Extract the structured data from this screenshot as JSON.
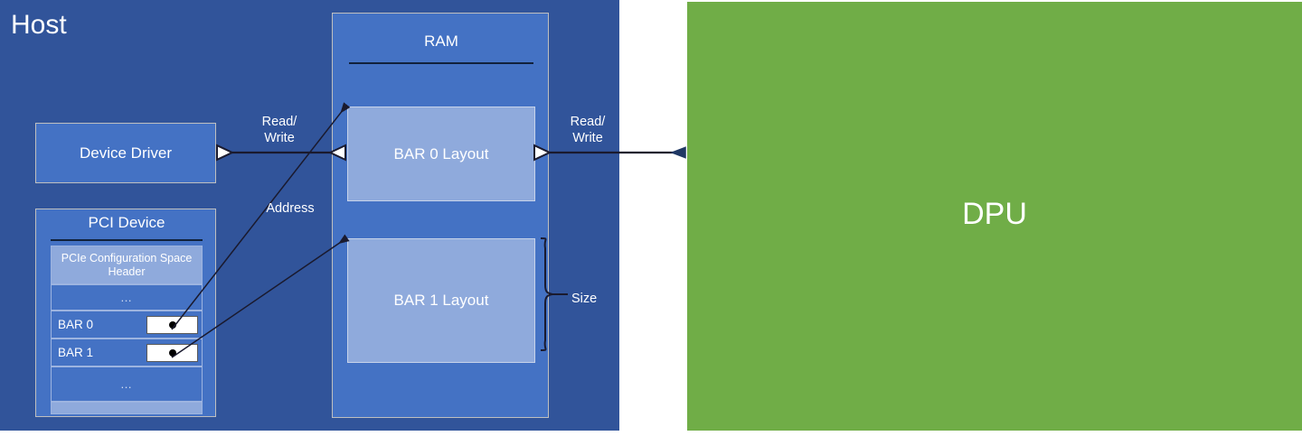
{
  "diagram": {
    "title_host": "Host",
    "title_dpu": "DPU",
    "colors": {
      "host_bg": "#31549A",
      "dpu_bg": "#70AD47",
      "box_blue": "#4472C4",
      "block_light_blue": "#8FAADC",
      "border_gray": "#BFBFBF",
      "rule_dark": "#11213B",
      "arrow": "#1A1A2E",
      "text_white": "#FFFFFF"
    }
  },
  "host": {
    "label": "Host",
    "device_driver": {
      "label": "Device Driver"
    },
    "pci_device": {
      "title": "PCI Device",
      "rows": [
        {
          "label": "PCIe Configuration\nSpace Header",
          "style": "light",
          "align": "center",
          "pointer": false
        },
        {
          "label": "…",
          "style": "mid",
          "align": "center",
          "pointer": false
        },
        {
          "label": "BAR 0",
          "style": "mid",
          "align": "left",
          "pointer": true
        },
        {
          "label": "BAR 1",
          "style": "mid",
          "align": "left",
          "pointer": true
        },
        {
          "label": "…",
          "style": "mid",
          "align": "center",
          "pointer": false
        },
        {
          "label": "",
          "style": "light",
          "align": "center",
          "pointer": false
        }
      ]
    }
  },
  "ram": {
    "title": "RAM",
    "blocks": [
      {
        "label": "BAR 0 Layout"
      },
      {
        "label": "BAR 1 Layout"
      }
    ]
  },
  "dpu": {
    "label": "DPU"
  },
  "annotations": {
    "read_write_left": "Read/\nWrite",
    "read_write_right": "Read/\nWrite",
    "address": "Address",
    "size": "Size"
  }
}
